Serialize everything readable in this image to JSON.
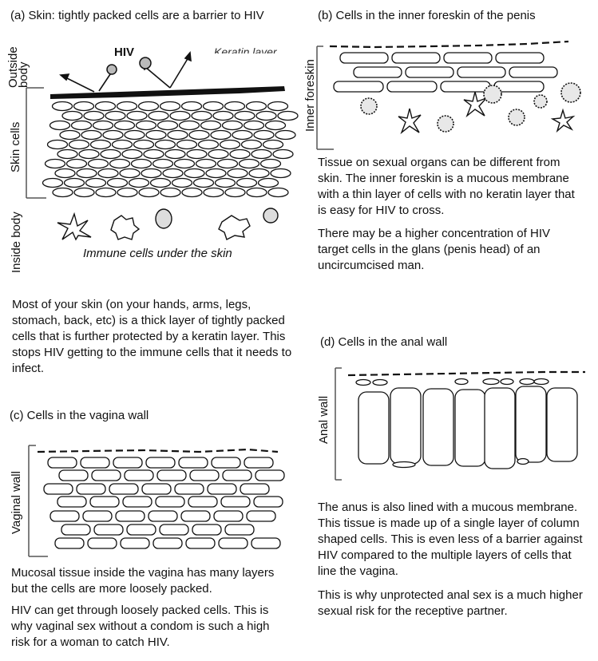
{
  "panel_a": {
    "title": "(a) Skin: tightly packed cells are a barrier to HIV",
    "label_outside": "Outside",
    "label_body": "body",
    "label_skin_cells": "Skin cells",
    "label_inside_body": "Inside body",
    "label_hiv": "HIV",
    "label_keratin": "Keratin layer",
    "caption": "Immune cells under the skin",
    "text": "Most of your skin (on your hands, arms, legs, stomach, back, etc) is a thick layer of tightly packed cells that is further protected by a keratin layer. This stops HIV getting to the immune cells that it needs to infect."
  },
  "panel_b": {
    "title": "(b) Cells in the inner foreskin of the penis",
    "label": "Inner foreskin",
    "text1": "Tissue on sexual organs can be different from skin. The inner foreskin is a mucous membrane with a thin layer of cells with no keratin layer that is easy for HIV to cross.",
    "text2": "There may be a higher concentration of HIV target cells in the glans (penis head) of an uncircumcised man."
  },
  "panel_c": {
    "title": "(c) Cells in the vagina wall",
    "label": "Vaginal wall",
    "text1": "Mucosal tissue inside the vagina has many layers but the cells are more loosely packed.",
    "text2": "HIV can get through loosely packed cells. This is why vaginal sex without a condom is such a high risk for a woman to catch HIV."
  },
  "panel_d": {
    "title": "(d) Cells in the anal wall",
    "label": "Anal wall",
    "text1": "The anus is also lined with a mucous membrane. This tissue is made up of a single layer of column shaped cells. This is even less of a barrier against HIV compared to the multiple layers of cells that line the vagina.",
    "text2": "This is why unprotected anal sex is a much higher sexual risk for the receptive partner."
  }
}
